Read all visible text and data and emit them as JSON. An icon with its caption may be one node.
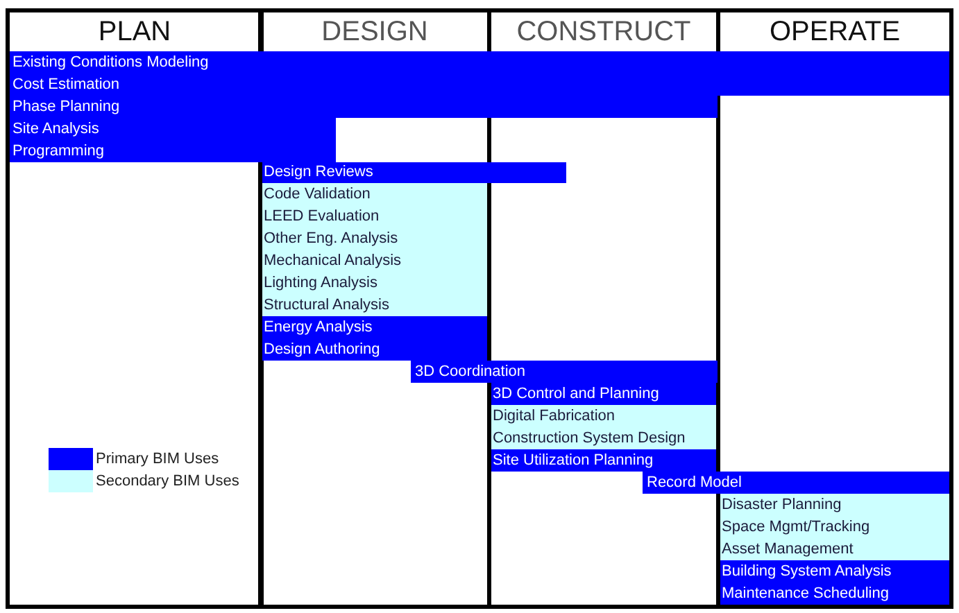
{
  "diagram": {
    "nodes": [
      {
        "text": [
          "PLAN"
        ]
      },
      {
        "text": [
          "DESIGN"
        ]
      },
      {
        "text": [
          "CONSTRUCT"
        ]
      },
      {
        "text": [
          "OPERATE"
        ]
      },
      {
        "text": [
          "Existing Conditions Modeling"
        ]
      },
      {
        "text": [
          "Cost Estimation"
        ]
      },
      {
        "text": [
          "Phase Planning"
        ]
      },
      {
        "text": [
          "Site Analysis"
        ]
      },
      {
        "text": [
          "Programming"
        ]
      },
      {
        "text": [
          "Design Reviews"
        ]
      },
      {
        "text": [
          "Code Validation"
        ],
        "in": 1
      },
      {
        "text": [
          "LEED Evaluation"
        ],
        "in": 1
      },
      {
        "text": [
          "Other Eng. Analysis"
        ],
        "in": 1
      },
      {
        "text": [
          "Mechanical Analysis"
        ],
        "in": 1
      },
      {
        "text": [
          "Lighting Analysis"
        ],
        "in": 1
      },
      {
        "text": [
          "Structural Analysis"
        ],
        "in": 1
      },
      {
        "text": [
          "Energy Analysis"
        ],
        "in": 1
      },
      {
        "text": [
          "Design Authoring"
        ],
        "in": 1
      },
      {
        "text": [
          "3D Coordination"
        ]
      },
      {
        "text": [
          "3D Control and Planning"
        ],
        "in": 2
      },
      {
        "text": [
          "Digital Fabrication"
        ],
        "in": 2
      },
      {
        "text": [
          "Construction System Design"
        ],
        "in": 2
      },
      {
        "text": [
          "Site Utilization Planning"
        ],
        "in": 2
      },
      {
        "text": [
          "Record Model"
        ]
      },
      {
        "text": [
          "Disaster Planning"
        ],
        "in": 3
      },
      {
        "text": [
          "Space Mgmt/Tracking"
        ],
        "in": 3
      },
      {
        "text": [
          "Asset Management"
        ],
        "in": 3
      },
      {
        "text": [
          "Building System Analysis"
        ],
        "in": 3
      },
      {
        "text": [
          "Maintenance Scheduling"
        ],
        "in": 3
      }
    ],
    "legend": [
      {
        "text": "Primary BIM Uses",
        "color": "#0000ff"
      },
      {
        "text": "Secondary BIM Uses",
        "color": "#ccffff"
      }
    ]
  }
}
